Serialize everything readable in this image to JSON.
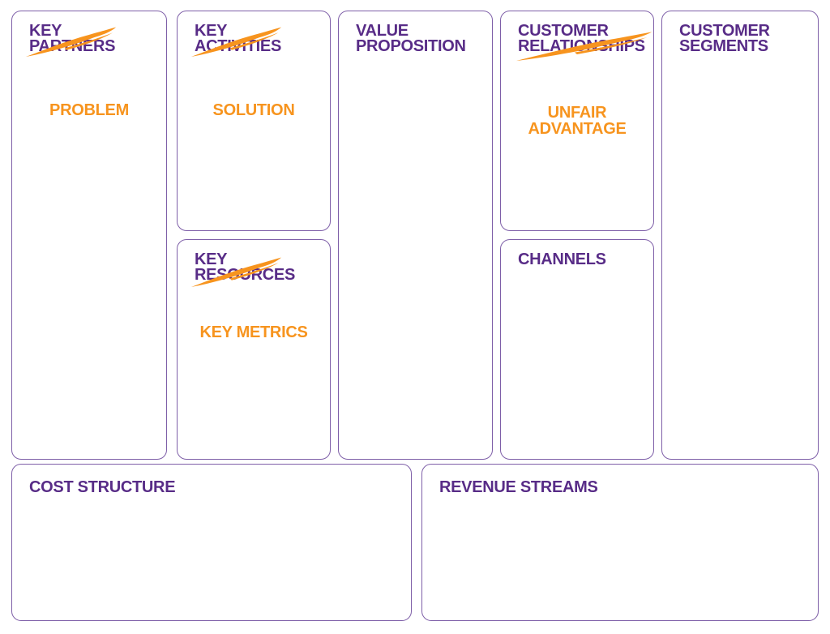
{
  "colors": {
    "heading_purple": "#582c87",
    "accent_orange": "#f7941e",
    "border_purple": "#7e5fa8",
    "background": "#ffffff"
  },
  "cells": {
    "key_partners": {
      "heading": "KEY\nPARTNERS",
      "crossed_out": true,
      "overlay_label": "PROBLEM"
    },
    "key_activities": {
      "heading": "KEY\nACTIVITIES",
      "crossed_out": true,
      "overlay_label": "SOLUTION"
    },
    "key_resources": {
      "heading": "KEY\nRESOURCES",
      "crossed_out": true,
      "overlay_label": "KEY METRICS"
    },
    "value_proposition": {
      "heading": "VALUE\nPROPOSITION",
      "crossed_out": false
    },
    "customer_relationships": {
      "heading": "CUSTOMER\nRELATIONSHIPS",
      "crossed_out": true,
      "overlay_label": "UNFAIR\nADVANTAGE"
    },
    "channels": {
      "heading": "CHANNELS",
      "crossed_out": false
    },
    "customer_segments": {
      "heading": "CUSTOMER\nSEGMENTS",
      "crossed_out": false
    },
    "cost_structure": {
      "heading": "COST STRUCTURE",
      "crossed_out": false
    },
    "revenue_streams": {
      "heading": "REVENUE STREAMS",
      "crossed_out": false
    }
  }
}
